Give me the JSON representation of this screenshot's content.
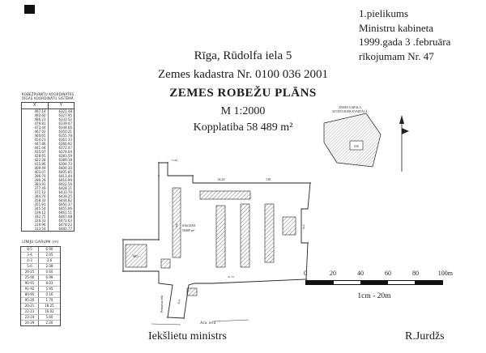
{
  "appendix": {
    "lines": [
      "1.pielikums",
      "Ministru kabineta",
      "1999.gada  3 .februāra",
      "rīkojumam Nr. 47"
    ]
  },
  "title_block": {
    "address": "Rīga, Rūdolfa iela 5",
    "cadastre": "Zemes kadastra Nr. 0100 036 2001",
    "plan_title": "ZEMES ROBEŽU PLĀNS",
    "scale": "M 1:2000",
    "area": "Kopplatiba 58 489 m²"
  },
  "coord_table": {
    "title_line1": "ROBEŽPUNKTU KOORDINĀTES",
    "title_line2": "RĪGAS KOORDINĀTU SISTĒMĀ",
    "col_x": "X",
    "col_y": "Y",
    "rows": [
      [
        "497.14",
        "6321.48"
      ],
      [
        "492.60",
        "6327.95"
      ],
      [
        "486.23",
        "6333.52"
      ],
      [
        "479.81",
        "6339.07"
      ],
      [
        "473.44",
        "6344.66"
      ],
      [
        "467.02",
        "6350.21"
      ],
      [
        "460.65",
        "6355.78"
      ],
      [
        "454.23",
        "6361.33"
      ],
      [
        "447.86",
        "6366.92"
      ],
      [
        "441.44",
        "6372.47"
      ],
      [
        "435.07",
        "6378.04"
      ],
      [
        "428.65",
        "6383.59"
      ],
      [
        "422.28",
        "6389.18"
      ],
      [
        "415.86",
        "6394.73"
      ],
      [
        "409.49",
        "6400.30"
      ],
      [
        "403.07",
        "6405.85"
      ],
      [
        "396.70",
        "6411.44"
      ],
      [
        "390.28",
        "6416.99"
      ],
      [
        "383.91",
        "6422.56"
      ],
      [
        "377.49",
        "6428.11"
      ],
      [
        "371.12",
        "6433.70"
      ],
      [
        "364.70",
        "6439.25"
      ],
      [
        "358.33",
        "6444.82"
      ],
      [
        "351.91",
        "6450.37"
      ],
      [
        "345.54",
        "6455.96"
      ],
      [
        "339.12",
        "6461.51"
      ],
      [
        "332.75",
        "6467.08"
      ],
      [
        "326.33",
        "6472.63"
      ],
      [
        "319.96",
        "6478.22"
      ],
      [
        "313.54",
        "6483.77"
      ]
    ]
  },
  "lengths_table": {
    "title": "LĪNIJU GARUMI (m)",
    "rows": [
      [
        "8-5",
        "6.90"
      ],
      [
        "3-4",
        "2.05"
      ],
      [
        "4-3",
        "3.6"
      ],
      [
        "5-6",
        "2.08"
      ],
      [
        "26-25",
        "0.60"
      ],
      [
        "25-90",
        "6.99"
      ],
      [
        "90-91",
        "8.03"
      ],
      [
        "91-92",
        "5.95"
      ],
      [
        "80-95",
        "0.16"
      ],
      [
        "95-20",
        "1.79"
      ],
      [
        "20-21",
        "18.25"
      ],
      [
        "22-23",
        "16.02"
      ],
      [
        "23-24",
        "5.60"
      ],
      [
        "24-29",
        "2.20"
      ]
    ]
  },
  "plan": {
    "parcel_number": "036/2001",
    "parcel_area": "58489 m²",
    "labels": {
      "elev": "+2.63",
      "dim_top": "34.20",
      "dim_top_right": "130",
      "dim_right": "96.0",
      "dim_bottom": "41.75",
      "dim_tail": "21.6",
      "bldg_mo": "MO",
      "bldg_m2": "M2",
      "street_bottom": "Ata iela",
      "street_left": "Pērnavas iela"
    }
  },
  "inset": {
    "title_line1": "ZEMES GABALA",
    "title_line2": "IZVIETOJUMS KVARTĀLĀ",
    "block_label": "036"
  },
  "scalebar": {
    "ticks": [
      "0",
      "20",
      "40",
      "60",
      "80",
      "100m"
    ],
    "ratio_label": "1cm - 20m"
  },
  "footer": {
    "left": "Iekšlietu ministrs",
    "right": "R.Jurdžs"
  }
}
